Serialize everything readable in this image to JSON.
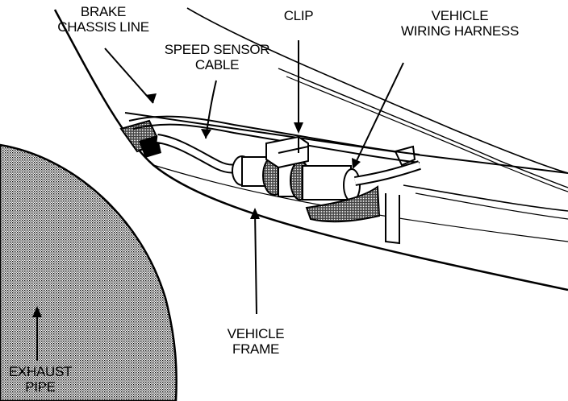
{
  "labels": {
    "brake_chassis_line": [
      "BRAKE",
      "CHASSIS LINE"
    ],
    "speed_sensor_cable": [
      "SPEED SENSOR",
      "CABLE"
    ],
    "clip": [
      "CLIP"
    ],
    "vehicle_wiring_harness": [
      "VEHICLE",
      "WIRING HARNESS"
    ],
    "vehicle_frame": [
      "VEHICLE",
      "FRAME"
    ],
    "exhaust_pipe": [
      "EXHAUST",
      "PIPE"
    ]
  },
  "colors": {
    "ink": "#000000",
    "paper": "#ffffff",
    "stipple": "#9a9a9a"
  }
}
